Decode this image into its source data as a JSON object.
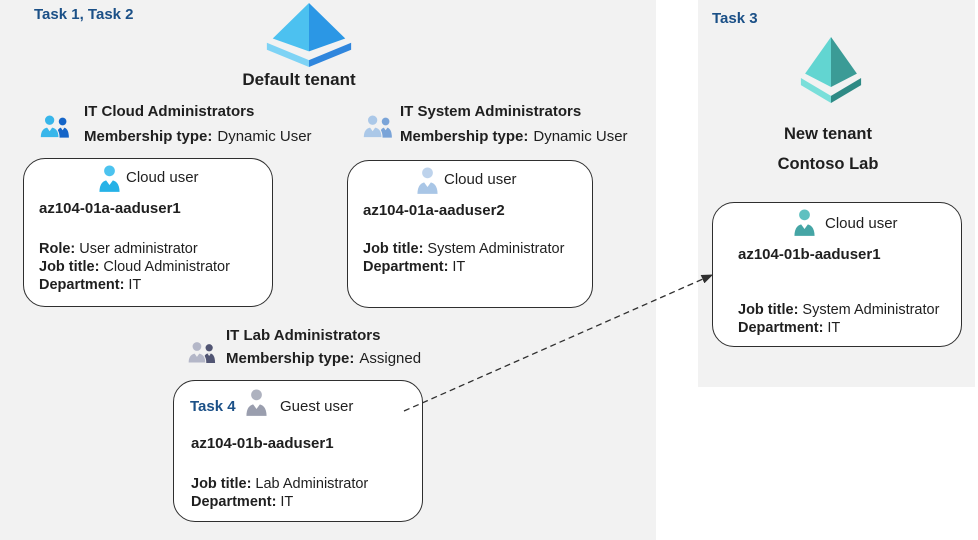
{
  "colors": {
    "page-bg": "#ffffff",
    "panel-bg": "#f2f2f2",
    "task-blue": "#1b5087",
    "text": "#1f1f1f",
    "card-border": "#2f2f2f",
    "arrow": "#2f2f2f",
    "az-left": "#4cc1f0",
    "az-right": "#2b97e5",
    "az-rim-left": "#7ed3f5",
    "az-rim-right": "#2f86dd",
    "az2-left": "#62d5d1",
    "az2-right": "#3b9b96",
    "az2-rim-left": "#7adfda",
    "az2-rim-right": "#2f8a85",
    "g1-front": "#38b6ea",
    "g1-back": "#1565c8",
    "g2-front": "#abc8e8",
    "g2-back": "#7aa4d8",
    "g3-front": "#b4b7c8",
    "g3-back": "#515573",
    "u1-head": "#4cc3ef",
    "u1-body": "#26b2e7",
    "u2-head": "#bed3ec",
    "u2-body": "#a9c6e6",
    "ug-head": "#aeb2bf",
    "ug-body": "#9a9eae",
    "u4-head": "#5fc0c0",
    "u4-body": "#45a5a5"
  },
  "default_tenant": {
    "task_label": "Task 1, Task 2",
    "tenant_name": "Default tenant",
    "groups": {
      "cloud": {
        "name": "IT Cloud Administrators",
        "membership_label": "Membership type:",
        "membership_value": "Dynamic User"
      },
      "system": {
        "name": "IT System Administrators",
        "membership_label": "Membership type:",
        "membership_value": "Dynamic User"
      },
      "lab": {
        "name": "IT Lab Administrators",
        "membership_label": "Membership type:",
        "membership_value": "Assigned"
      }
    },
    "cards": {
      "user1": {
        "type_label": "Cloud user",
        "username": "az104-01a-aaduser1",
        "role_label": "Role:",
        "role_value": "User administrator",
        "job_label": "Job title:",
        "job_value": "Cloud Administrator",
        "dept_label": "Department:",
        "dept_value": "IT"
      },
      "user2": {
        "type_label": "Cloud user",
        "username": "az104-01a-aaduser2",
        "job_label": "Job title:",
        "job_value": "System Administrator",
        "dept_label": "Department:",
        "dept_value": "IT"
      },
      "guest": {
        "task_label": "Task 4",
        "type_label": "Guest user",
        "username": "az104-01b-aaduser1",
        "job_label": "Job title:",
        "job_value": "Lab Administrator",
        "dept_label": "Department:",
        "dept_value": "IT"
      }
    }
  },
  "new_tenant": {
    "task_label": "Task 3",
    "tenant_name_line1": "New tenant",
    "tenant_name_line2": "Contoso Lab",
    "card": {
      "type_label": "Cloud user",
      "username": "az104-01b-aaduser1",
      "job_label": "Job title:",
      "job_value": "System Administrator",
      "dept_label": "Department:",
      "dept_value": "IT"
    }
  }
}
